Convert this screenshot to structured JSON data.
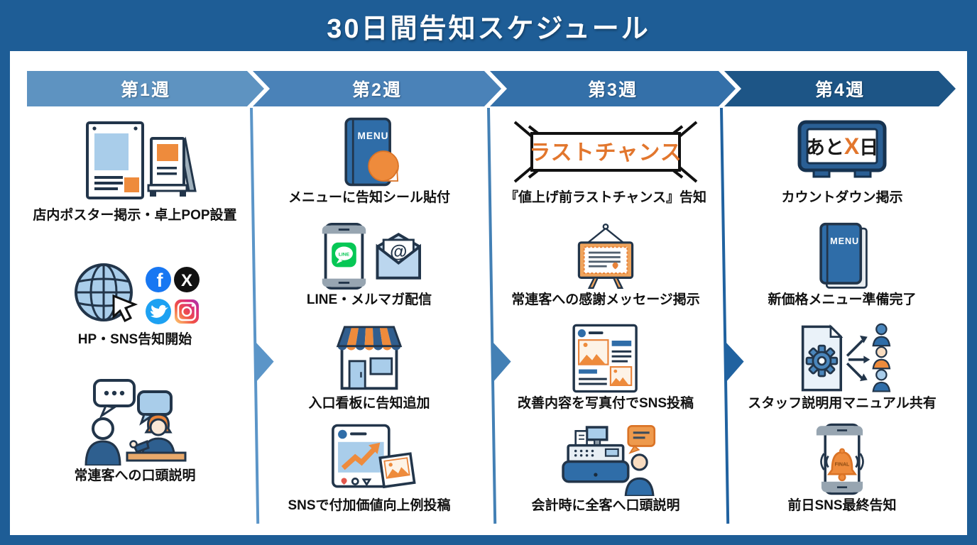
{
  "title": "30日間告知スケジュール",
  "colors": {
    "frame_blue": "#1E5D96",
    "week1_arrow": "#5E93C1",
    "week2_arrow": "#4A82B8",
    "week3_arrow": "#3470A9",
    "week4_arrow": "#1D5586",
    "accent_orange": "#EE8B3C",
    "light_blue": "#A9CDEA",
    "book_blue": "#2F6DA8",
    "line_green": "#06C755",
    "facebook_blue": "#1877F2",
    "twitter_blue": "#1DA1F2"
  },
  "weeks": [
    {
      "label": "第1週",
      "items": [
        {
          "icon": "poster-pop-icon",
          "caption": "店内ポスター掲示・卓上POP設置"
        },
        {
          "icon": "web-sns-icon",
          "caption": "HP・SNS告知開始"
        },
        {
          "icon": "conversation-icon",
          "caption": "常連客への口頭説明"
        }
      ]
    },
    {
      "label": "第2週",
      "items": [
        {
          "icon": "menu-sticker-icon",
          "caption": "メニューに告知シール貼付"
        },
        {
          "icon": "line-mail-icon",
          "caption": "LINE・メルマガ配信"
        },
        {
          "icon": "storefront-icon",
          "caption": "入口看板に告知追加"
        },
        {
          "icon": "sns-growth-icon",
          "caption": "SNSで付加価値向上例投稿"
        }
      ]
    },
    {
      "label": "第3週",
      "items": [
        {
          "icon": "last-chance-banner-icon",
          "caption": "『値上げ前ラストチャンス』告知"
        },
        {
          "icon": "thanks-board-icon",
          "caption": "常連客への感謝メッセージ掲示"
        },
        {
          "icon": "photo-post-icon",
          "caption": "改善内容を写真付でSNS投稿"
        },
        {
          "icon": "register-explain-icon",
          "caption": "会計時に全客へ口頭説明"
        }
      ]
    },
    {
      "label": "第4週",
      "items": [
        {
          "icon": "countdown-icon",
          "caption": "カウントダウン掲示"
        },
        {
          "icon": "new-menu-icon",
          "caption": "新価格メニュー準備完了"
        },
        {
          "icon": "manual-share-icon",
          "caption": "スタッフ説明用マニュアル共有"
        },
        {
          "icon": "final-sns-icon",
          "caption": "前日SNS最終告知"
        }
      ]
    }
  ],
  "icon_text": {
    "menu": "MENU",
    "line": "LINE",
    "at_mark": "@",
    "facebook_f": "f",
    "x_logo": "X",
    "last_chance": "ラストチャンス",
    "countdown_prefix": "あと",
    "countdown_x": "X",
    "countdown_suffix": "日",
    "final": "FINAL"
  }
}
